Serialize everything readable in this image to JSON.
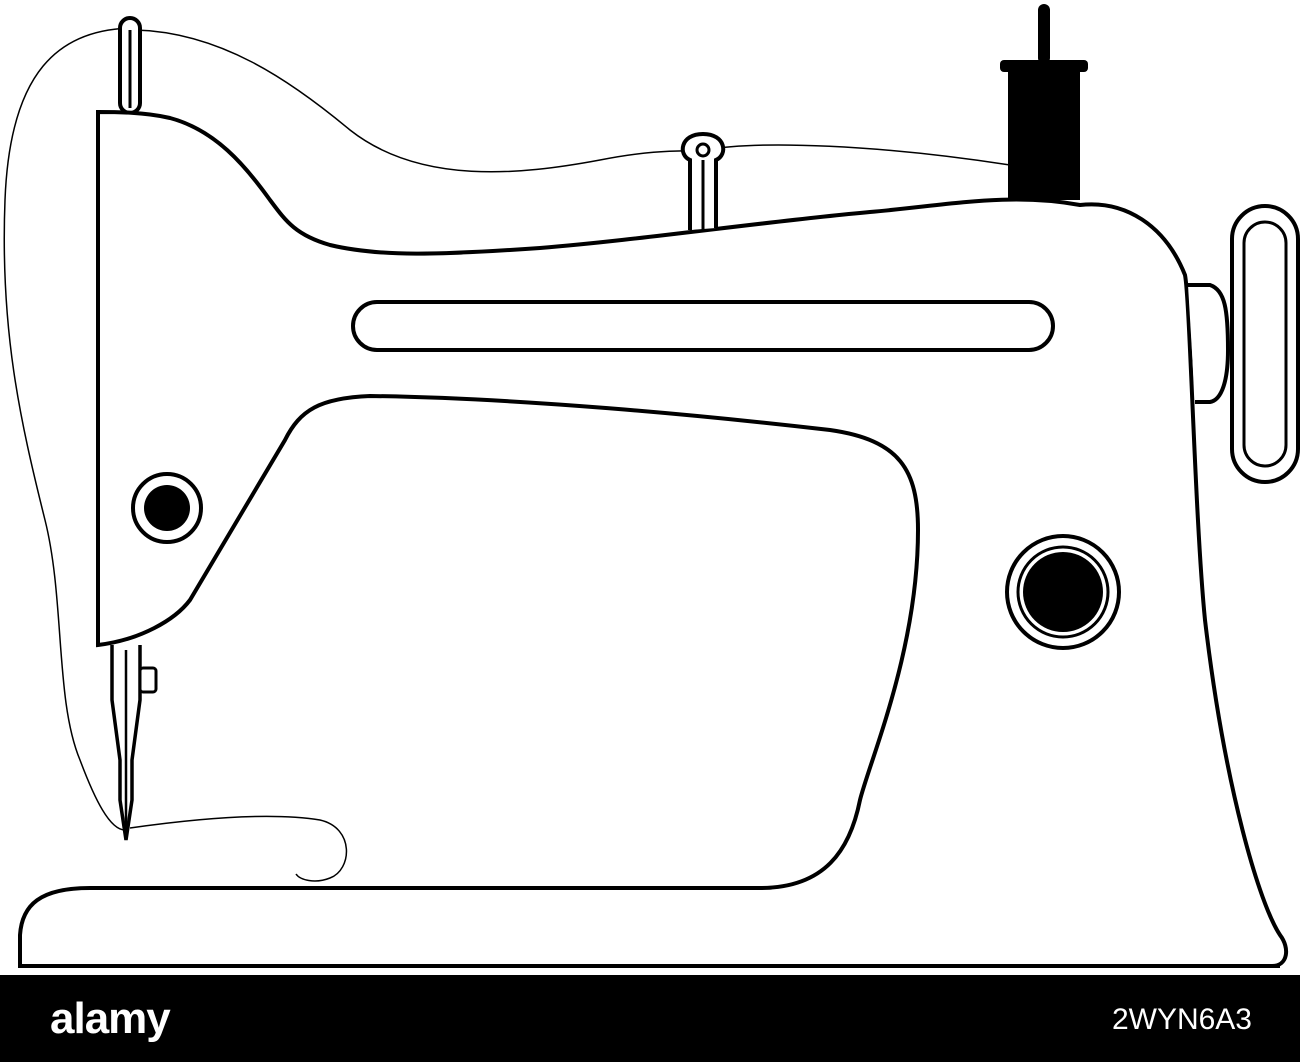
{
  "footer": {
    "logo_text": "alamy",
    "image_id": "2WYN6A3"
  },
  "colors": {
    "background": "#ffffff",
    "ink": "#000000",
    "footer_background": "#000000",
    "footer_text": "#ffffff"
  },
  "illustration": {
    "subject": "sewing-machine-line-art"
  }
}
